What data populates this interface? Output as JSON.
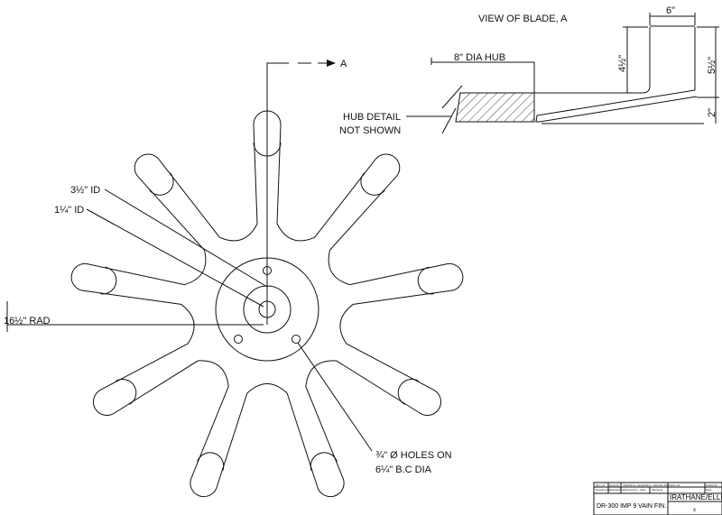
{
  "view_label": "VIEW OF BLADE, A",
  "section_marker": "A",
  "dims": {
    "blade_width": "6\"",
    "blade_height": "4½\"",
    "overall_height": "5½\"",
    "rise": "2\"",
    "hub": "8\" DIA HUB",
    "hub_note_1": "HUB DETAIL",
    "hub_note_2": "NOT SHOWN",
    "id_large": "3½\" ID",
    "id_small": "1¼\" ID",
    "radius": "16½\" RAD",
    "holes_1": "¾\" Ø HOLES ON",
    "holes_2": "6¼\" B.C DIA"
  },
  "title_block": {
    "headers": [
      "Item ref",
      "Quantity",
      "Title/Name, designation, material, dimension etc",
      "Article No"
    ],
    "row2": [
      "Designed by",
      "Checked by",
      "Approved by - date",
      "Filename",
      "Date"
    ],
    "title": "DR-300 IMP 9 VAIN FIN.",
    "company": "IRATHANE/ELLIOTT",
    "sheet": "x"
  }
}
